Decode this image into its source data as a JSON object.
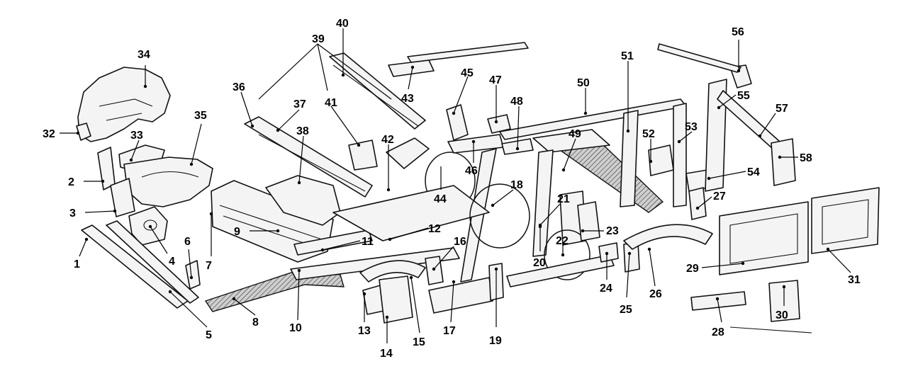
{
  "diagram": {
    "callouts": [
      "1",
      "2",
      "3",
      "4",
      "5",
      "6",
      "7",
      "8",
      "9",
      "10",
      "11",
      "12",
      "13",
      "14",
      "15",
      "16",
      "17",
      "18",
      "19",
      "20",
      "21",
      "22",
      "23",
      "24",
      "25",
      "26",
      "27",
      "28",
      "29",
      "30",
      "31",
      "32",
      "33",
      "34",
      "35",
      "36",
      "37",
      "38",
      "39",
      "40",
      "41",
      "42",
      "43",
      "44",
      "45",
      "46",
      "47",
      "48",
      "49",
      "50",
      "51",
      "52",
      "53",
      "54",
      "55",
      "56",
      "57",
      "58"
    ]
  }
}
